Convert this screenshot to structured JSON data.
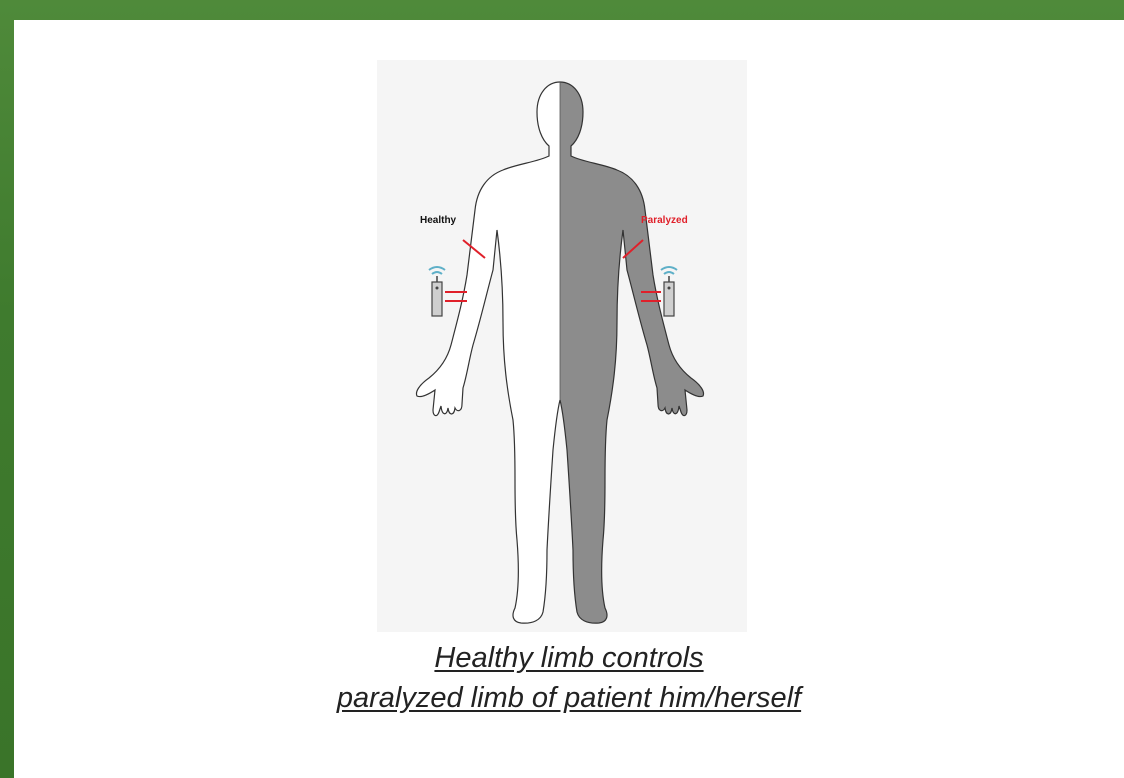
{
  "diagram": {
    "label_healthy": "Healthy",
    "label_paralyzed": "Paralyzed",
    "colors": {
      "healthy_side": "#ffffff",
      "paralyzed_side": "#8c8c8c",
      "outline": "#333333",
      "marker": "#e0202a",
      "sensor_signal": "#5fb0c8"
    },
    "icons": [
      "body-outline-icon",
      "sensor-device-icon",
      "wireless-signal-icon",
      "electrode-icon"
    ]
  },
  "caption": {
    "line1": "Healthy limb controls ",
    "line2": "paralyzed limb of patient him/herself"
  }
}
